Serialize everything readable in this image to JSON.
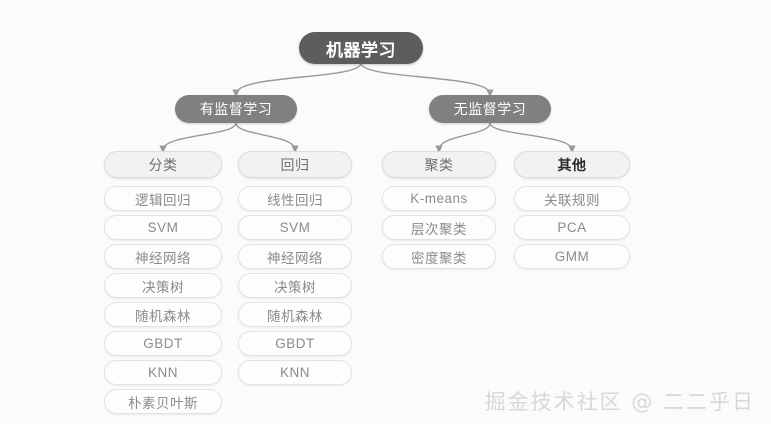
{
  "background_color": "#fbfbfb",
  "palette": {
    "root_fill": "#5d5d5d",
    "level2_fill": "#808080",
    "level3_fill": "#f2f2f2",
    "leaf_fill": "#fdfdfd",
    "connector": "#9a9a9a",
    "watermark": "#d8d8d8"
  },
  "diagram": {
    "type": "tree",
    "root": {
      "label": "机器学习"
    },
    "level2": [
      {
        "id": "supervised",
        "label": "有监督学习"
      },
      {
        "id": "unsupervised",
        "label": "无监督学习"
      }
    ],
    "columns": [
      {
        "id": "classification",
        "parent": "supervised",
        "header": "分类",
        "emphasis": false,
        "leaves": [
          "逻辑回归",
          "SVM",
          "神经网络",
          "决策树",
          "随机森林",
          "GBDT",
          "KNN",
          "朴素贝叶斯"
        ]
      },
      {
        "id": "regression",
        "parent": "supervised",
        "header": "回归",
        "emphasis": false,
        "leaves": [
          "线性回归",
          "SVM",
          "神经网络",
          "决策树",
          "随机森林",
          "GBDT",
          "KNN"
        ]
      },
      {
        "id": "clustering",
        "parent": "unsupervised",
        "header": "聚类",
        "emphasis": false,
        "leaves": [
          "K-means",
          "层次聚类",
          "密度聚类"
        ]
      },
      {
        "id": "other",
        "parent": "unsupervised",
        "header": "其他",
        "emphasis": true,
        "leaves": [
          "关联规则",
          "PCA",
          "GMM"
        ]
      }
    ]
  },
  "watermark": {
    "text": "掘金技术社区 @ 二二乎日"
  }
}
